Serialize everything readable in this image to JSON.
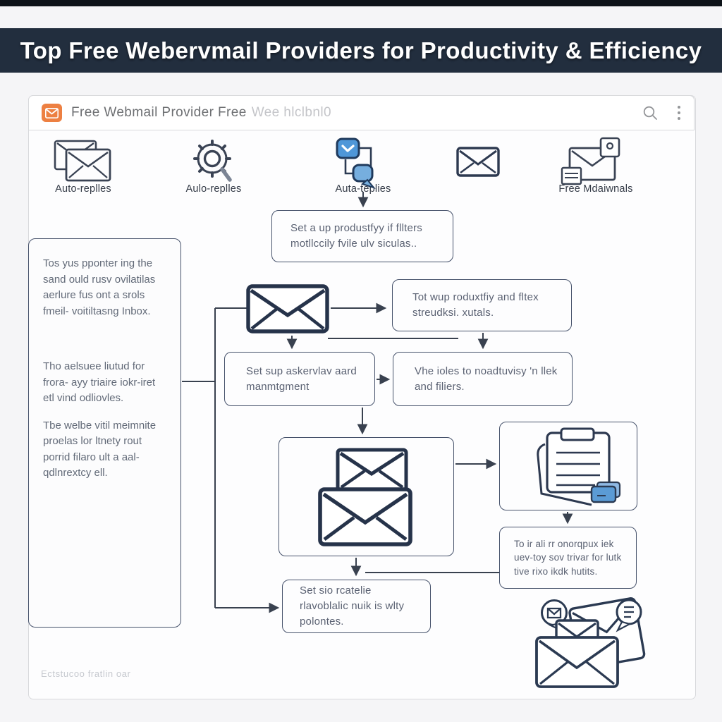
{
  "header": {
    "title": "Top Free Webervmail Providers for Productivity & Efficiency"
  },
  "toolbar": {
    "brand": "Free Webmail Provider Free",
    "brand_faded": "Wee hlclbnl0",
    "icons": [
      "envelope-logo",
      "search-icon",
      "kebab-menu-icon"
    ]
  },
  "icon_row": {
    "items": [
      {
        "icon": "double-envelope-icon",
        "label": "Auto-replles"
      },
      {
        "icon": "gear-magnifier-icon",
        "label": "Aulo-replles"
      },
      {
        "icon": "checkbox-chat-icon",
        "label": "Auta-teplies"
      },
      {
        "icon": "envelope-icon",
        "label": ""
      },
      {
        "icon": "envelope-badge-icon",
        "label": "Free Mdaiwnals"
      }
    ]
  },
  "sidebar": {
    "p1": "Tos yus pponter ing the sand ould rusv ovilatilas aerlure fus ont a srols fmeil- voitiltasng Inbox.",
    "p2": "Tho aelsuee liutud for frora- ayy triaire iokr-iret etl vind odliovles.",
    "p3": "Tbe welbe vitil meimnite proelas lor ltnety rout porrid filaro ult a aal-qdlnrextcy ell."
  },
  "flow": {
    "box_filters": "Set a up produstfyy if fllters motllccily fvile ulv siculas..",
    "box_productivity": "Tot wup roduxtfiy and fltex streudksi. xutals.",
    "box_management": "Set sup askervlav aard manmtgment",
    "box_rules": "Vhe ioles to noadtuvisy 'n llek and filiers.",
    "box_group": "To ir ali rr onorqpux iek uev-toy sov trivar for lutk tive rixo ikdk hutits.",
    "box_signature": "Set sio rcatelie rlavoblalic nuik is wlty polontes."
  },
  "footer": {
    "note": "Ectstucoo fratlin oar"
  },
  "colors": {
    "header_bg": "#222e3e",
    "accent_orange": "#ed8042",
    "accent_blue": "#5b9bd5",
    "line": "#39414f",
    "icon_stroke": "#2d3950"
  }
}
